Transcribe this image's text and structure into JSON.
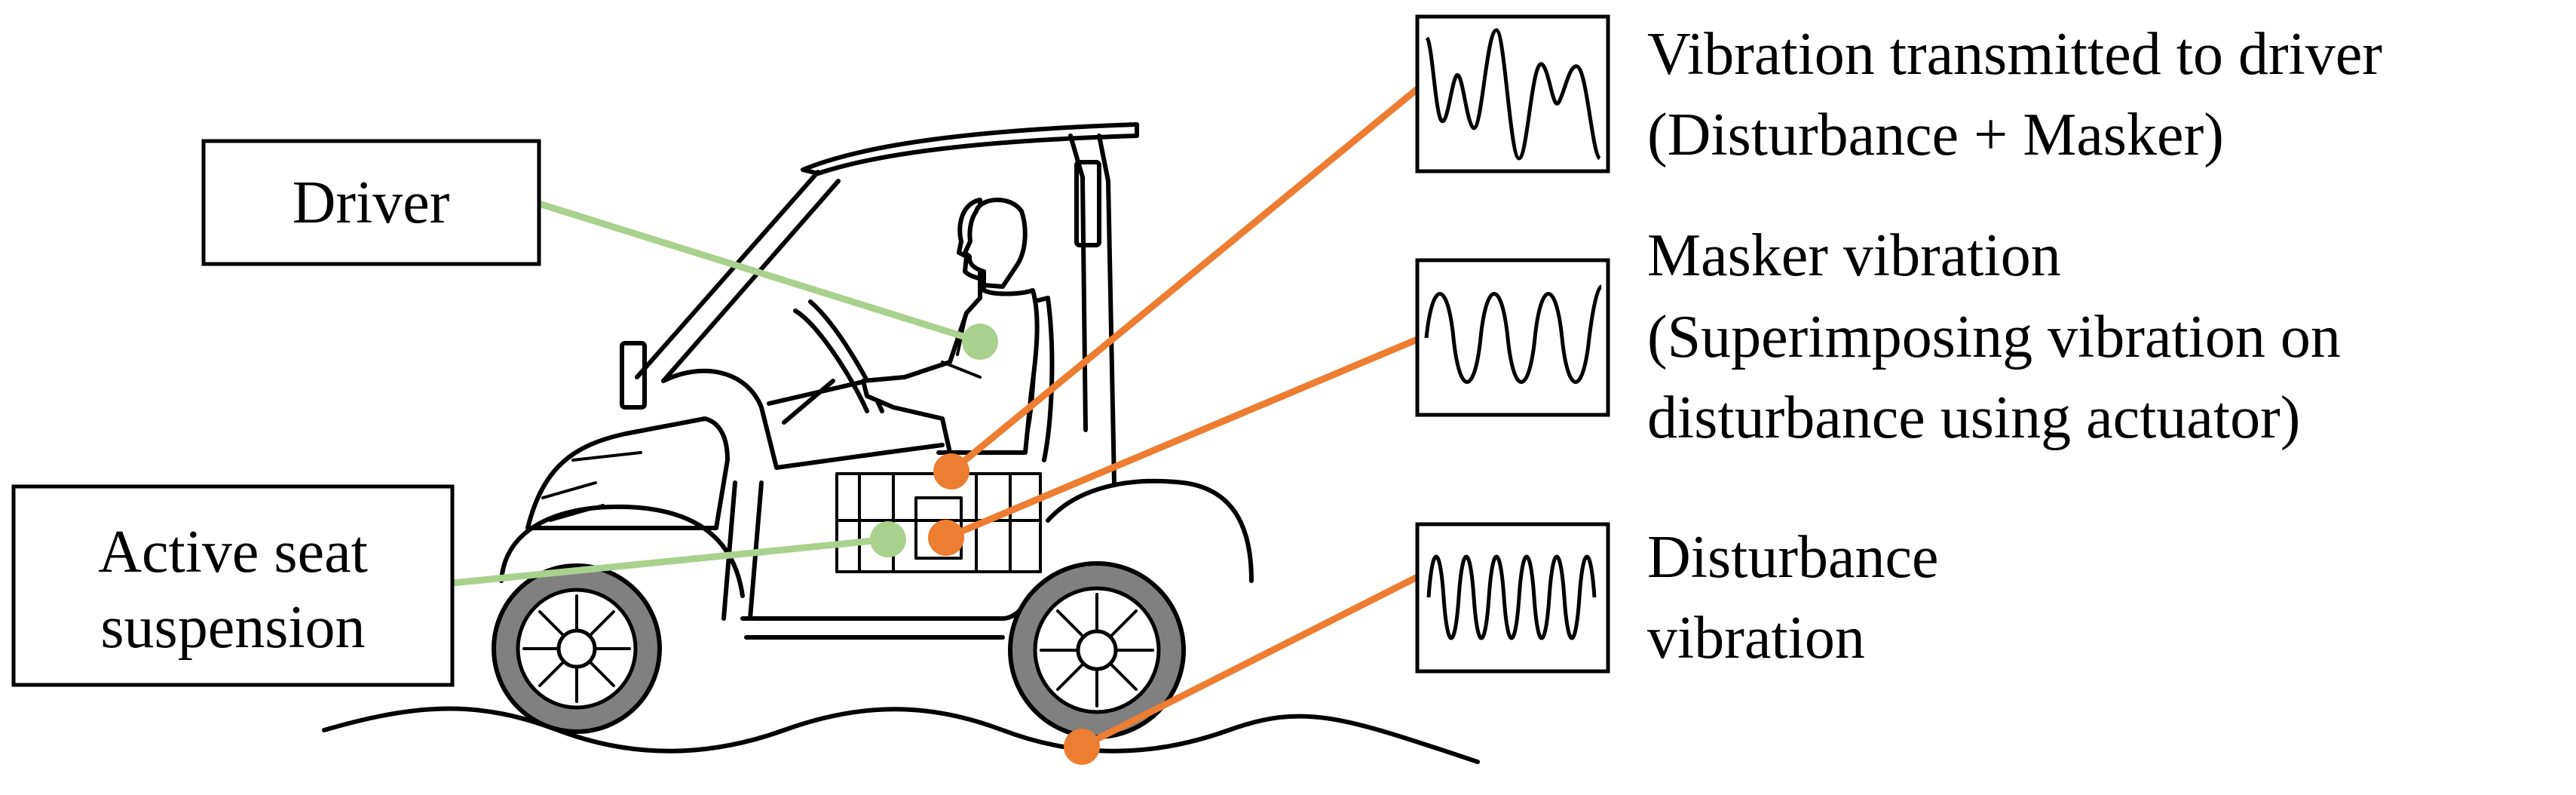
{
  "labels": {
    "driver": "Driver",
    "active_seat_line1": "Active seat",
    "active_seat_line2": "suspension",
    "transmitted_line1": "Vibration transmitted to driver",
    "transmitted_line2": "(Disturbance + Masker)",
    "masker_line1": "Masker vibration",
    "masker_line2": "(Superimposing vibration on",
    "masker_line3": "disturbance using actuator)",
    "disturbance_line1": "Disturbance",
    "disturbance_line2": "vibration"
  },
  "colors": {
    "green_leader": "#a9d18e",
    "orange_leader": "#ed7d31",
    "tire": "#808080"
  },
  "icons": {
    "vehicle": "utility-vehicle-with-driver",
    "road": "wavy-road",
    "waveform_transmitted": "irregular-waveform",
    "waveform_masker": "sine-waveform",
    "waveform_disturbance": "high-frequency-sine-waveform"
  }
}
